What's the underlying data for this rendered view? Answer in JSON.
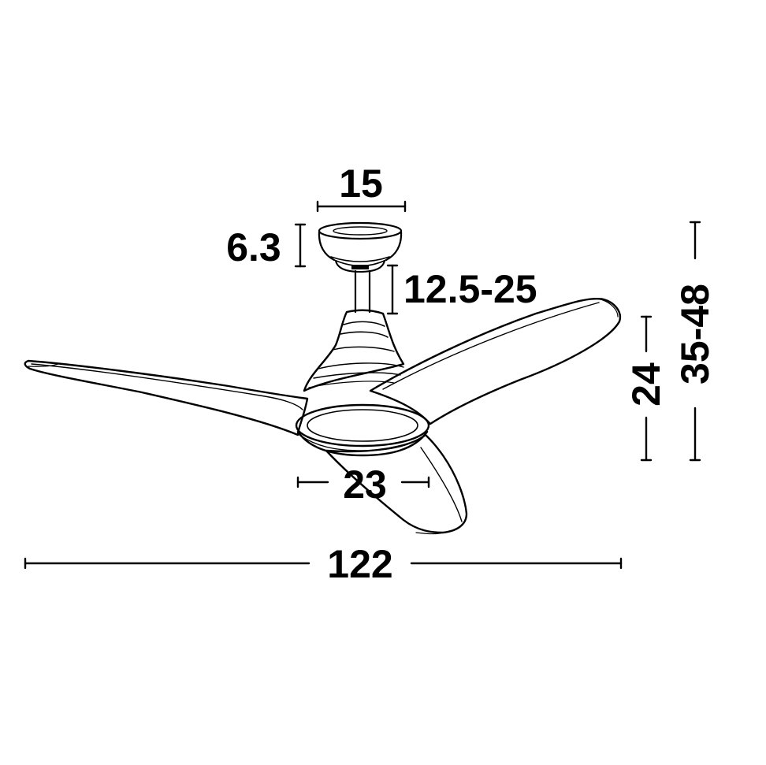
{
  "colors": {
    "ink": "#000000",
    "background": "#ffffff"
  },
  "dimensions": {
    "canopy_width": "15",
    "canopy_height": "6.3",
    "downrod_length": "12.5-25",
    "body_height": "24",
    "total_height": "35-48",
    "light_diameter": "23",
    "blade_span": "122"
  }
}
